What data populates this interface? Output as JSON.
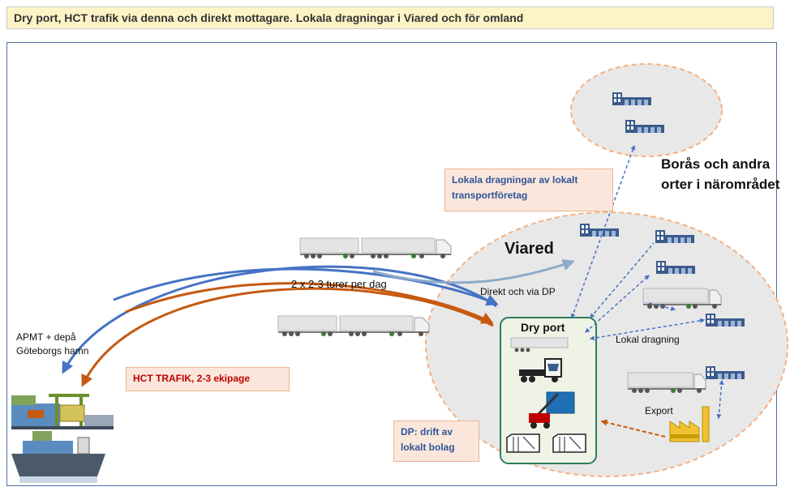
{
  "title": "Dry port, HCT trafik via denna och direkt mottagare. Lokala dragningar i Viared och för omland",
  "labels": {
    "boras": [
      "Borås och andra",
      "orter i närområdet"
    ],
    "local_haul_box": [
      "Lokala dragningar av lokalt",
      "transportföretag"
    ],
    "viared": "Viared",
    "direct_dp": "Direkt och via DP",
    "turns_per_day": "2 x 2-3 turer per dag",
    "apmt": [
      "APMT + depå",
      "Göteborgs hamn"
    ],
    "hct_box": "HCT TRAFIK, 2-3 ekipage",
    "dry_port": "Dry port",
    "local_drag": "Lokal dragning",
    "export": "Export",
    "dp_box": [
      "DP: drift av",
      "lokalt bolag"
    ]
  },
  "colors": {
    "blue_arrow": "#4472c4",
    "orange_arrow": "#c55a11",
    "grey_arrow": "#8ea9c9",
    "ellipse_fill": "#e8e8e8",
    "ellipse_border": "#f4b183",
    "dryport_fill": "#eef3e6",
    "dryport_border": "#2e7d5b",
    "box_fill": "#fbe6dc",
    "title_fill": "#fdf3c6",
    "warehouse": "#3b5b8c",
    "hct_text": "#c00000",
    "box_text": "#2f5597"
  },
  "icons": [
    "warehouse-icon",
    "truck-trailer-icon",
    "tractor-unit-icon",
    "reach-stacker-icon",
    "container-icon",
    "factory-icon",
    "port-crane-icon",
    "container-ship-icon"
  ]
}
